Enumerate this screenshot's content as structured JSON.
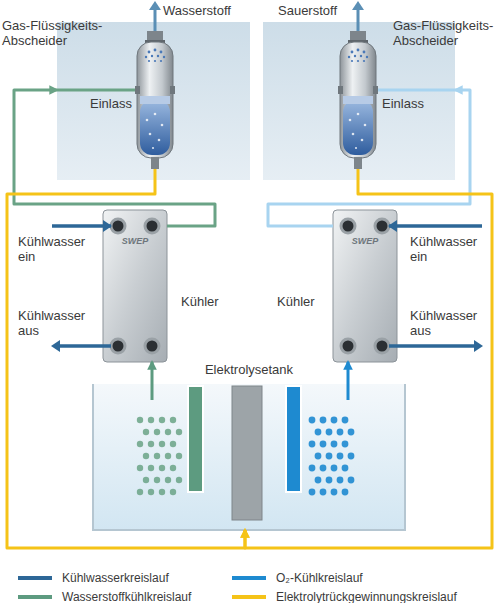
{
  "diagram": {
    "nodes": [
      {
        "text": [
          "Gas-Flüssigkeits-Abscheider",
          "Einlass"
        ]
      },
      {
        "text": [
          "Gas-Flüssigkeits-Abscheider",
          "Einlass"
        ]
      },
      {
        "text": [
          "SWEP",
          "Kühler"
        ]
      },
      {
        "text": [
          "SWEP",
          "Kühler"
        ]
      },
      {
        "text": [
          "Elektrolysetank"
        ]
      }
    ],
    "edges": [
      {
        "from": 4,
        "to": 2,
        "arrow": "to"
      },
      {
        "from": 2,
        "to": 0,
        "arrow": "to"
      },
      {
        "from": 0,
        "to": 4,
        "arrow": "to"
      },
      {
        "from": 4,
        "to": 3,
        "arrow": "to"
      },
      {
        "from": 3,
        "to": 1,
        "arrow": "to"
      },
      {
        "from": 1,
        "to": 4,
        "arrow": "to"
      }
    ],
    "labels": [
      "Wasserstoff",
      "Sauerstoff",
      "Kühlwasser ein",
      "Kühlwasser aus",
      "Kühlwasser ein",
      "Kühlwasser aus"
    ],
    "legend": [
      {
        "text": "Kühlwasserkreislauf",
        "color": "#2d6797"
      },
      {
        "text": "Wasserstoffkühlkreislauf",
        "color": "#5d9b80"
      },
      {
        "text": "O₂-Kühlkreislauf",
        "color": "#1e8ad0"
      },
      {
        "text": "Elektrolytrückgewinnungskreislauf",
        "color": "#f5c318"
      }
    ]
  }
}
